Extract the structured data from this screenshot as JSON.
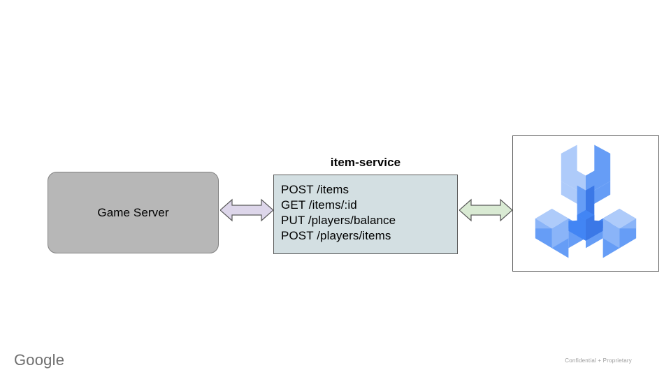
{
  "slide": {
    "background_color": "#ffffff",
    "nodes": {
      "game_server": {
        "label": "Game Server",
        "fill_color": "#b7b7b7",
        "border_color": "#808080"
      },
      "item_service": {
        "title": "item-service",
        "fill_color": "#d3dfe2",
        "border_color": "#595959",
        "endpoints": [
          "POST /items",
          "GET /items/:id",
          "PUT /players/balance",
          "POST /players/items"
        ]
      },
      "logo_panel": {
        "icon_name": "isometric-three-prong-wrench-logo",
        "border_color": "#595959",
        "colors": {
          "light": "#aecbfa",
          "medium": "#669df6",
          "dark": "#4285f4",
          "deep": "#3b78e7"
        }
      }
    },
    "connectors": [
      {
        "name": "game-server-to-item-service",
        "style": "double-headed-arrow",
        "fill_color": "#ddd6ea",
        "border_color": "#595959"
      },
      {
        "name": "item-service-to-logo-panel",
        "style": "double-headed-arrow",
        "fill_color": "#d9ead3",
        "border_color": "#595959"
      }
    ]
  },
  "footer": {
    "brand": "Google",
    "brand_color": "#6e6e6e",
    "confidentiality": "Confidential + Proprietary",
    "confidentiality_color": "#9b9b9b"
  }
}
